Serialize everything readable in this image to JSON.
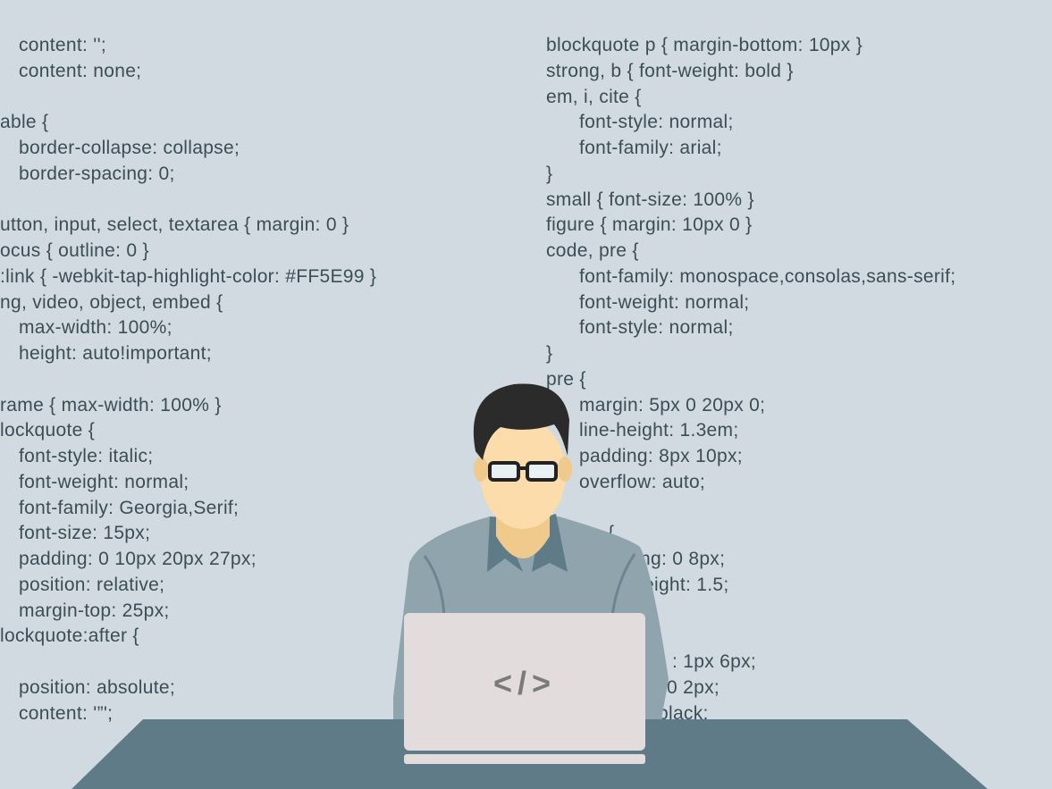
{
  "left_code": [
    "  content: '';",
    "  content: none;",
    "able {",
    "  border-collapse: collapse;",
    "  border-spacing: 0;",
    "utton, input, select, textarea { margin: 0 }",
    "ocus { outline: 0 }",
    ":link { -webkit-tap-highlight-color: #FF5E99 }",
    "ng, video, object, embed {",
    "  max-width: 100%;",
    "  height: auto!important;",
    "rame { max-width: 100% }",
    "lockquote {",
    "  font-style: italic;",
    "  font-weight: normal;",
    "  font-family: Georgia,Serif;",
    "  font-size: 15px;",
    "  padding: 0 10px 20px 27px;",
    "  position: relative;",
    "  margin-top: 25px;",
    "lockquote:after {",
    "  position: absolute;",
    "  content: '”';"
  ],
  "right_code": [
    "blockquote p { margin-bottom: 10px }",
    "strong, b { font-weight: bold }",
    "em, i, cite {",
    "  font-style: normal;",
    "  font-family: arial;",
    "}",
    "small { font-size: 100% }",
    "figure { margin: 10px 0 }",
    "code, pre {",
    "  font-family: monospace,consolas,sans-serif;",
    "  font-weight: normal;",
    "  font-style: normal;",
    "}",
    "pre {",
    "  margin: 5px 0 20px 0;",
    "  line-height: 1.3em;",
    "  padding: 8px 10px;",
    "  overflow: auto;"
  ],
  "right_fragments": [
    "{",
    "ng: 0 8px;",
    "eight: 1.5;",
    ": 1px 6px;",
    "0 2px;",
    "black;"
  ],
  "laptop_logo": "</>",
  "colors": {
    "background": "#d1dae0",
    "text": "#3b4d57",
    "table": "#5f7b88",
    "laptop": "#e3dcdc",
    "shirt": "#8fa4ad",
    "hair": "#2b2b2b",
    "skin": "#fbdcaa"
  }
}
